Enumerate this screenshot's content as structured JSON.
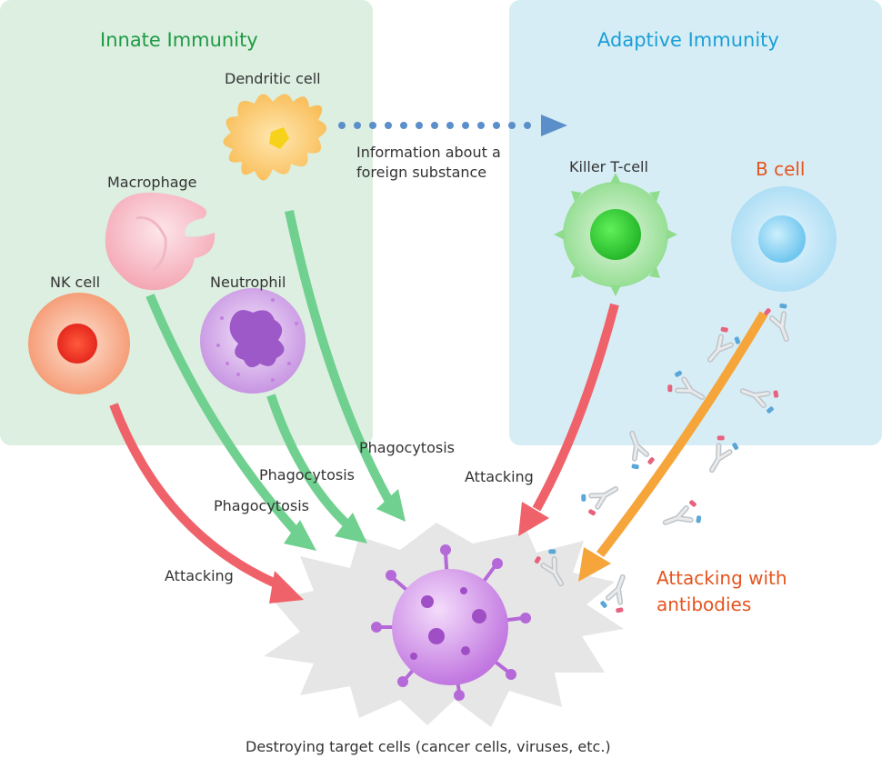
{
  "titles": {
    "innate": "Innate Immunity",
    "adaptive": "Adaptive Immunity"
  },
  "cells": {
    "dendritic": "Dendritic cell",
    "macrophage": "Macrophage",
    "nk": "NK cell",
    "neutrophil": "Neutrophil",
    "killer_t": "Killer T-cell",
    "b_cell": "B cell"
  },
  "info_arrow_label_line1": "Information about a",
  "info_arrow_label_line2": "foreign substance",
  "actions": {
    "phagocytosis_1": "Phagocytosis",
    "phagocytosis_2": "Phagocytosis",
    "phagocytosis_3": "Phagocytosis",
    "attacking_nk": "Attacking",
    "attacking_t": "Attacking",
    "antibodies_line1": "Attacking with",
    "antibodies_line2": "antibodies"
  },
  "footer": "Destroying target cells (cancer cells, viruses, etc.)",
  "colors": {
    "innate_panel": "#dcefe0",
    "adaptive_panel": "#d7edf6",
    "innate_title": "#1f9a45",
    "adaptive_title": "#1a9fd6",
    "accent_orange": "#e5541e",
    "phagocytosis_arrow": "#6fd08f",
    "attack_arrow": "#f0626a",
    "antibody_arrow": "#f5a53a",
    "info_arrow": "#5b8fc9"
  }
}
